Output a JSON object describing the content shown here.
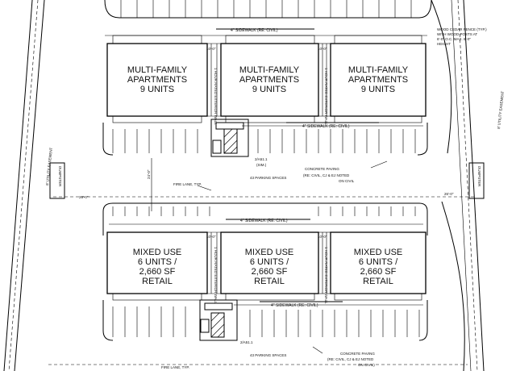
{
  "buildings_top": [
    {
      "line1": "MULTI-FAMILY",
      "line2": "APARTMENTS",
      "line3": "9 UNITS"
    },
    {
      "line1": "MULTI-FAMILY",
      "line2": "APARTMENTS",
      "line3": "9 UNITS"
    },
    {
      "line1": "MULTI-FAMILY",
      "line2": "APARTMENTS",
      "line3": "9 UNITS"
    }
  ],
  "buildings_bottom": [
    {
      "line1": "MIXED USE",
      "line2": "6 UNITS /",
      "line3": "2,660 SF",
      "line4": "RETAIL"
    },
    {
      "line1": "MIXED USE",
      "line2": "6 UNITS /",
      "line3": "2,660 SF",
      "line4": "RETAIL"
    },
    {
      "line1": "MIXED USE",
      "line2": "6 UNITS /",
      "line3": "2,660 SF",
      "line4": "RETAIL"
    }
  ],
  "labels": {
    "sidewalk": "4\" SIDEWALK (RE: CIVIL)",
    "fence_1": "WOOD CEDAR FENCE (TYP.)",
    "fence_2": "WITH WOOD POSTS AT",
    "fence_3": "6'-0\" O.C. MAX. 6'-0\"",
    "fence_4": "HEIGHT",
    "easement": "8' UTILITY EASEMENT",
    "dumpster": "DUMPSTER",
    "fire_lane": "FIRE LANE, TYP.",
    "parking_spaces": "43 PARKING SPACES",
    "paving_1": "CONCRETE PAVING",
    "paving_2": "(RE: CIVIL, CJ & EJ NOTED",
    "paving_3": "ON CIVIL",
    "paving_b3": "ON CIVIL)",
    "rated_wall": "1 HOUR RATED EXTERIOR WALL",
    "dim_26": "26'-0\"",
    "dim_24": "24'-0\"",
    "dim_wall": "10'-0\"",
    "detail_ref": "2/A51.1",
    "detail_sim": "(SIM.)",
    "detail_ref2": "2/A51.1"
  }
}
